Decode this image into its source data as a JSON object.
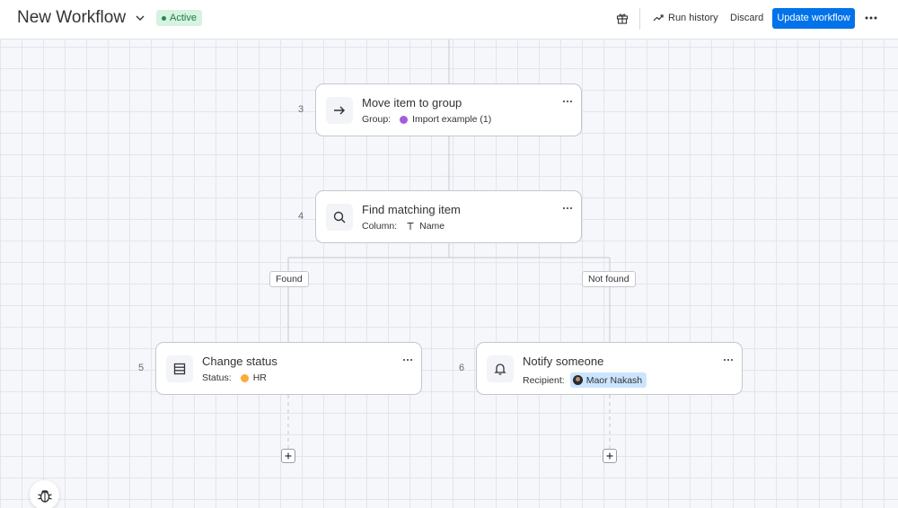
{
  "header": {
    "title": "New Workflow",
    "status": "Active",
    "run_history": "Run history",
    "discard": "Discard",
    "update": "Update workflow"
  },
  "steps": [
    {
      "number": "3",
      "title": "Move item to group",
      "meta_label": "Group:",
      "meta_value": "Import example (1)",
      "meta_color": "#a25ddc",
      "icon": "arrow-right-icon"
    },
    {
      "number": "4",
      "title": "Find matching item",
      "meta_label": "Column:",
      "meta_value": "Name",
      "icon": "search-icon"
    },
    {
      "number": "5",
      "title": "Change status",
      "meta_label": "Status:",
      "meta_value": "HR",
      "meta_color": "#fdab3d",
      "icon": "status-column-icon"
    },
    {
      "number": "6",
      "title": "Notify someone",
      "meta_label": "Recipient:",
      "meta_value": "Maor Nakash",
      "icon": "bell-icon"
    }
  ],
  "branches": {
    "found": "Found",
    "not_found": "Not found"
  },
  "colors": {
    "primary": "#0073ea",
    "active_bg": "#d6f2e1",
    "active_fg": "#1f7a4c",
    "chip_bg": "#cce5ff"
  }
}
